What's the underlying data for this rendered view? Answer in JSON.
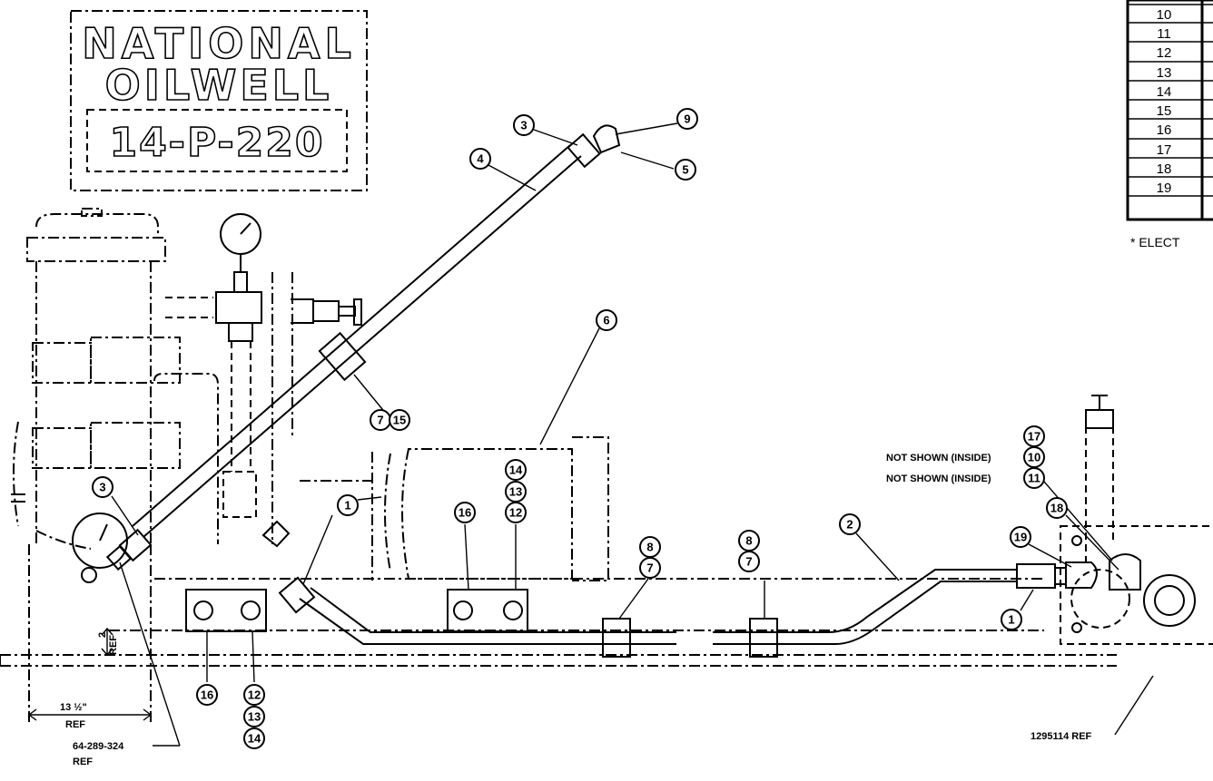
{
  "nameplate": {
    "line1": "NATIONAL",
    "line2": "OILWELL",
    "model": "14-P-220"
  },
  "parts_table": {
    "rows": [
      "10",
      "11",
      "12",
      "13",
      "14",
      "15",
      "16",
      "17",
      "18",
      "19"
    ],
    "footnote": "* ELECT"
  },
  "callouts": {
    "c1a": "1",
    "c1b": "1",
    "c2": "2",
    "c3a": "3",
    "c3b": "3",
    "c4": "4",
    "c5": "5",
    "c6": "6",
    "c7a": "7",
    "c8a": "8",
    "c7b": "7",
    "c8b": "8",
    "c9": "9",
    "c7c": "7",
    "c15": "15",
    "c12a": "12",
    "c13a": "13",
    "c14a": "14",
    "c16a": "16",
    "c16b": "16",
    "c12b": "12",
    "c13b": "13",
    "c14b": "14",
    "c17": "17",
    "c10": "10",
    "c11": "11",
    "c18": "18",
    "c19": "19"
  },
  "notes": {
    "not_shown_1": "NOT SHOWN (INSIDE)",
    "not_shown_2": "NOT SHOWN (INSIDE)",
    "dim_2": "2",
    "dim_2_ref": "REF",
    "dim_13": "13 ½\"",
    "dim_13_ref": "REF",
    "ref_642": "64-289-324",
    "ref_642_ref": "REF",
    "ref_1295": "1295114 REF"
  }
}
